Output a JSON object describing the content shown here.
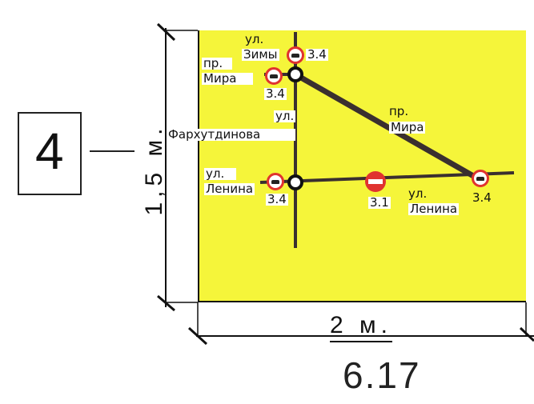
{
  "sign_number": "4",
  "dimensions": {
    "height_label": "1,5 м.",
    "width_label": "2 м."
  },
  "plate_number": "6.17",
  "streets": {
    "zimy": [
      "ул.",
      "Зимы"
    ],
    "mira_left": [
      "пр.",
      "Мира"
    ],
    "farkhutdinova": [
      "ул.",
      "Фархутдинова"
    ],
    "mira_diag": [
      "пр.",
      "Мира"
    ],
    "lenina_left": [
      "ул.",
      "Ленина"
    ],
    "lenina_right": [
      "ул.",
      "Ленина"
    ]
  },
  "sign_codes": {
    "zimy": "3.4",
    "mira_left": "3.4",
    "lenina_left": "3.4",
    "no_entry": "3.1",
    "right_end": "3.4"
  },
  "colors": {
    "board": "#f5f53a",
    "road": "#3a2f2f",
    "sign_red": "#e0332f"
  }
}
